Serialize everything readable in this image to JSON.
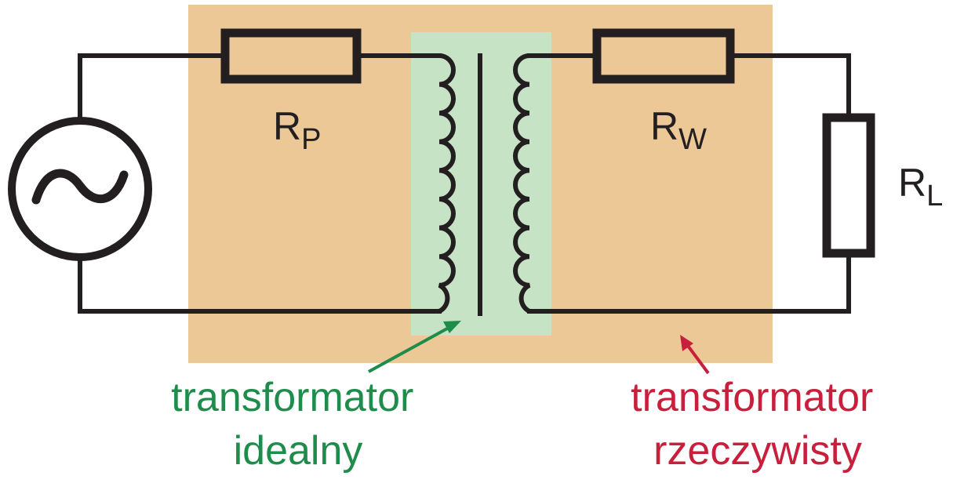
{
  "colors": {
    "real_region": "#edc897",
    "ideal_region": "#c6e3c5",
    "wire": "#231f20",
    "ideal_accent": "#1e8c4a",
    "real_accent": "#c8203c"
  },
  "source": {
    "icon": "ac-source-icon",
    "symbol": "~"
  },
  "resistors": {
    "rp": {
      "main": "R",
      "sub": "P"
    },
    "rw": {
      "main": "R",
      "sub": "W"
    },
    "rl": {
      "main": "R",
      "sub": "L"
    }
  },
  "captions": {
    "ideal": {
      "line1": "transformator",
      "line2": "idealny"
    },
    "real": {
      "line1": "transformator",
      "line2": "rzeczywisty"
    }
  }
}
